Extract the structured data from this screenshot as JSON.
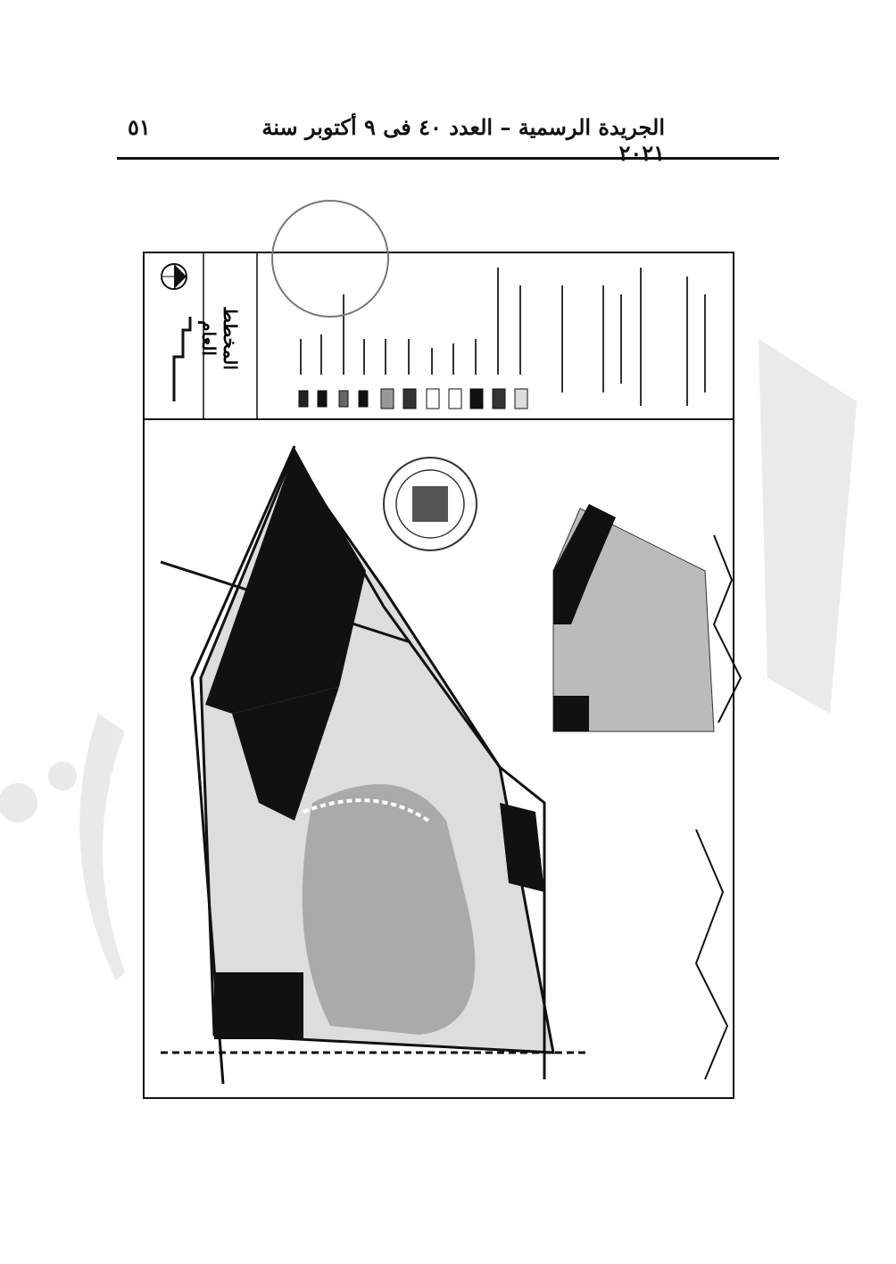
{
  "header": {
    "title": "الجريدة الرسمية – العدد ٤٠ فى ٩ أكتوبر سنة ٢٠٢١",
    "page_number": "٥١"
  },
  "map": {
    "legend_title": "المخطط العام"
  }
}
